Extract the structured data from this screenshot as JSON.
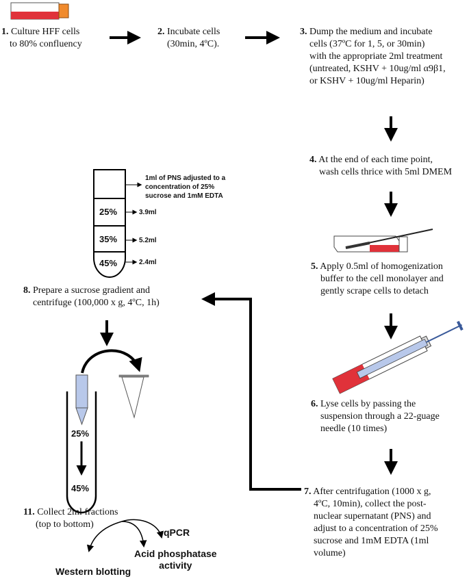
{
  "steps": [
    {
      "num": "1.",
      "lines": [
        "Culture HFF cells",
        "to 80% confluency"
      ]
    },
    {
      "num": "2.",
      "lines": [
        "Incubate cells",
        "(30min, 4ºC)."
      ]
    },
    {
      "num": "3.",
      "lines": [
        "Dump the medium and incubate",
        "cells (37ºC for 1, 5, or 30min)",
        "with the appropriate 2ml treatment",
        "(untreated, KSHV + 10ug/ml α9β1,",
        "or  KSHV + 10ug/ml Heparin)"
      ]
    },
    {
      "num": "4.",
      "lines": [
        "At the end of each time point,",
        "wash cells thrice with 5ml DMEM"
      ]
    },
    {
      "num": "5.",
      "lines": [
        "Apply 0.5ml of homogenization",
        "buffer to the cell monolayer and",
        "gently scrape cells to detach"
      ]
    },
    {
      "num": "6.",
      "lines": [
        "Lyse cells by passing the",
        "suspension through a 22-guage",
        "needle (10 times)"
      ]
    },
    {
      "num": "7.",
      "lines": [
        "After centrifugation (1000 x g,",
        "4ºC, 10min),  collect  the post-",
        "nuclear supernatant (PNS) and",
        "adjust to a concentration of 25%",
        "sucrose and 1mM EDTA (1ml",
        "volume)"
      ]
    },
    {
      "num": "8.",
      "lines": [
        "Prepare a sucrose gradient and",
        "centrifuge (100,000 x g, 4ºC, 1h)"
      ]
    },
    {
      "num": "11.",
      "lines": [
        "Collect 2ml fractions",
        "(top to bottom)"
      ]
    }
  ],
  "gradient_tube": {
    "top_note": [
      "1ml of PNS adjusted to a",
      "concentration  of 25%",
      "sucrose and 1mM EDTA"
    ],
    "layers": [
      {
        "percent": "25%",
        "volume": "3.9ml"
      },
      {
        "percent": "35%",
        "volume": "5.2ml"
      },
      {
        "percent": "45%",
        "volume": "2.4ml"
      }
    ]
  },
  "fraction_tube": {
    "top_label": "25%",
    "bottom_label": "45%"
  },
  "outputs": {
    "qpcr": "qPCR",
    "acid": [
      "Acid phosphatase",
      "activity"
    ],
    "western": "Western blotting"
  },
  "colors": {
    "red": "#e0323a",
    "blue": "#b8c8ea",
    "arrow": "#000000"
  }
}
